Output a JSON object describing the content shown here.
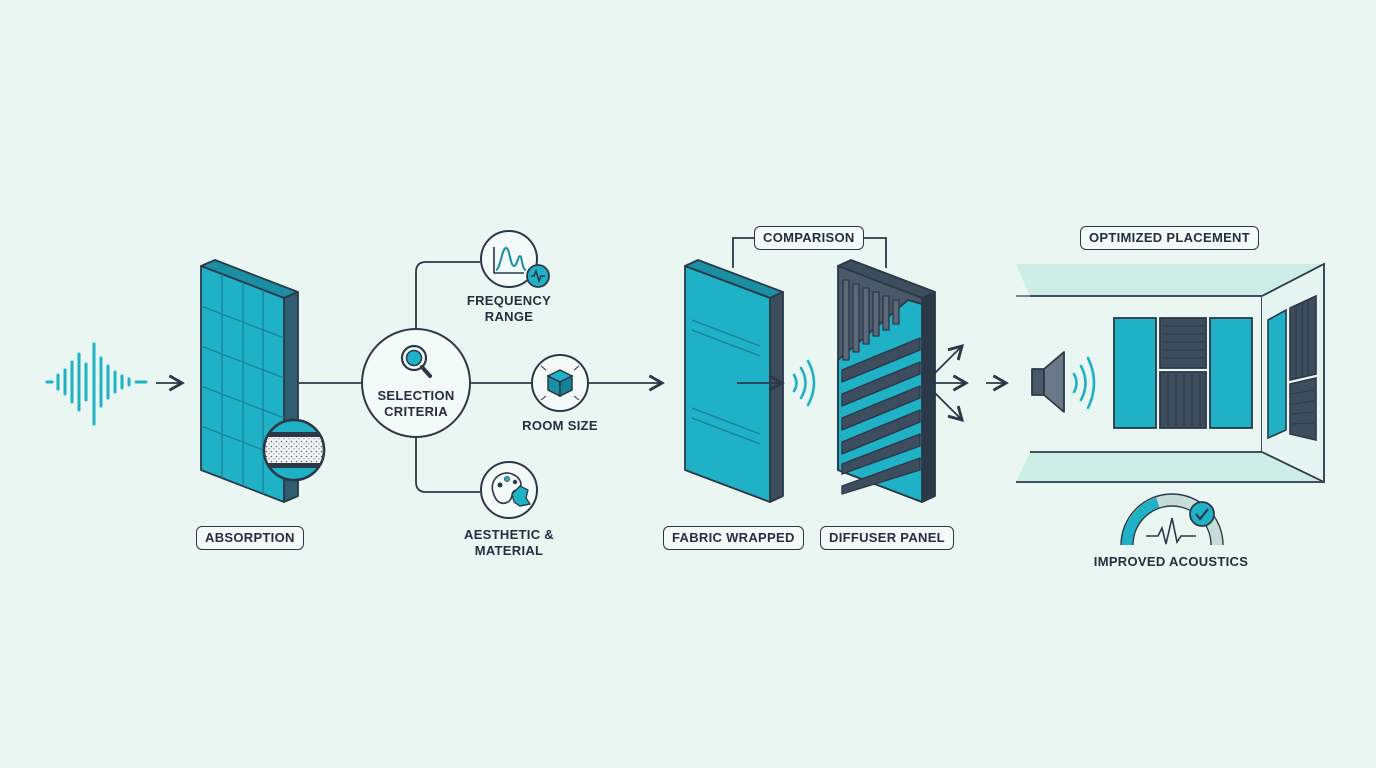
{
  "colors": {
    "background": "#e9f6f2",
    "teal": "#1fb1c6",
    "teal_dark": "#1a8ea3",
    "navy": "#2b3848",
    "slate": "#3e4d5e"
  },
  "labels": {
    "absorption": "ABSORPTION",
    "selection_criteria_line1": "SELECTION",
    "selection_criteria_line2": "CRITERIA",
    "frequency_range_line1": "FREQUENCY",
    "frequency_range_line2": "RANGE",
    "room_size": "ROOM SIZE",
    "aesthetic_material_line1": "AESTHETIC &",
    "aesthetic_material_line2": "MATERIAL",
    "comparison": "COMPARISON",
    "fabric_wrapped": "FABRIC WRAPPED",
    "diffuser_panel": "DIFFUSER PANEL",
    "optimized_placement": "OPTIMIZED PLACEMENT",
    "improved_acoustics": "IMPROVED ACOUSTICS"
  },
  "icons": {
    "sound_wave": "sound-wave-icon",
    "magnifier": "magnifier-icon",
    "frequency": "frequency-chart-icon",
    "room": "cube-icon",
    "material": "palette-icon",
    "speaker": "speaker-icon",
    "gauge": "gauge-icon",
    "check": "check-icon"
  }
}
